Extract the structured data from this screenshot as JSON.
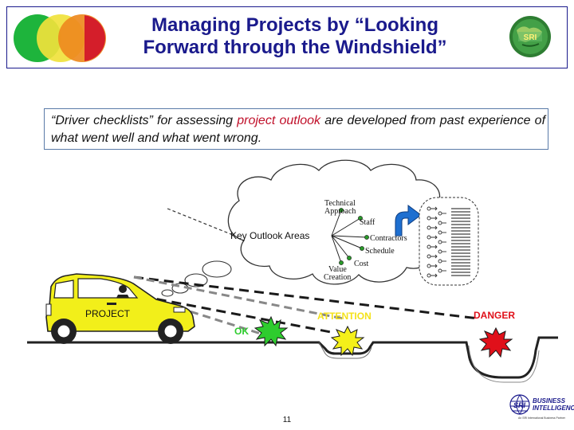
{
  "header": {
    "title_line1": "Managing Projects by “Looking",
    "title_line2": "Forward through the Windshield”"
  },
  "quote": {
    "part1": "“Driver checklists” for assessing ",
    "highlight": "project outlook",
    "part2": " are developed from past experience of what went well and what went wrong."
  },
  "cloud": {
    "center_label": "Key Outlook Areas",
    "spokes": [
      "Technical",
      "Approach",
      "Staff",
      "Contractors",
      "Schedule",
      "Cost",
      "Value",
      "Creation"
    ]
  },
  "road": {
    "car_label": "PROJECT",
    "ok_label": "OK",
    "attention_label": "ATTENTION",
    "danger_label": "DANGER"
  },
  "logos": {
    "top_right_text": "SRI",
    "bottom_right_line1": "BUSINESS",
    "bottom_right_line2": "INTELLIGENCE",
    "bottom_right_small": "An SRI International Business Partner"
  },
  "footer": {
    "page_number": "11"
  },
  "colors": {
    "title_blue": "#1a1a8c",
    "highlight_red": "#c0102a",
    "car_yellow": "#f2ef1a",
    "ok_green": "#2ecc2e",
    "attention_yellow": "#f4f01a",
    "danger_red": "#e0101a",
    "circle_green": "#1eb43c",
    "circle_yellow": "#f0e23c",
    "circle_orange": "#ee8a1e",
    "circle_red": "#d41e2a"
  }
}
